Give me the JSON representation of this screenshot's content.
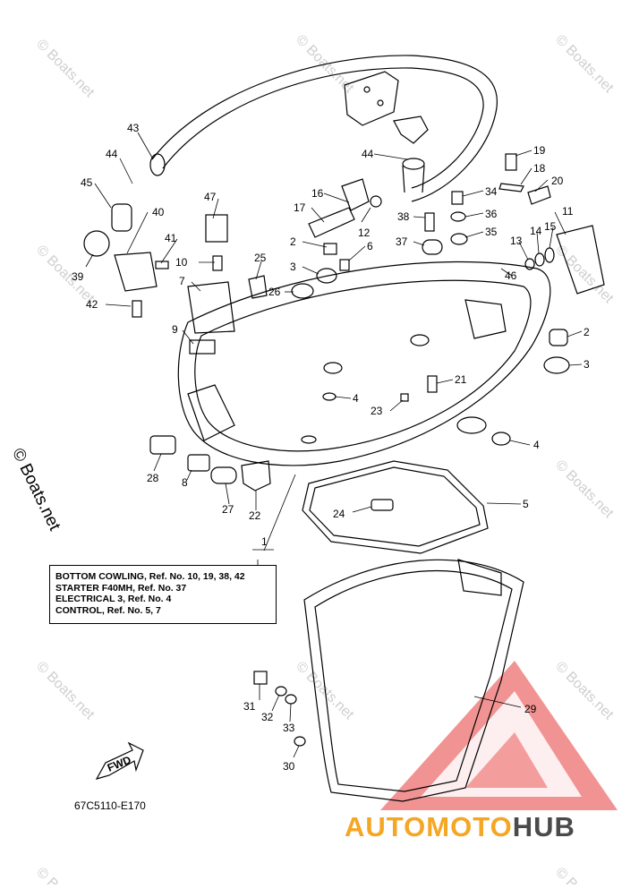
{
  "watermark_text": "© Boats.net",
  "copyright_vertical": "© Boats.net",
  "diagram_code": "67C5110-E170",
  "fwd_label": "FWD",
  "brand": {
    "part_a": "AUTOMOTO",
    "part_b": "HUB",
    "accent": "#f5a623",
    "dark": "#4a4a4a",
    "triangle": "#e83a3a"
  },
  "notes": [
    "BOTTOM COWLING,  Ref. No. 10, 19, 38, 42",
    "STARTER F40MH,  Ref. No. 37",
    "ELECTRICAL 3,  Ref. No. 4",
    "CONTROL,  Ref. No. 5, 7"
  ],
  "callouts": [
    "43",
    "44",
    "44",
    "19",
    "18",
    "20",
    "34",
    "45",
    "40",
    "36",
    "47",
    "16",
    "17",
    "38",
    "11",
    "41",
    "12",
    "35",
    "37",
    "13",
    "14",
    "15",
    "2",
    "6",
    "25",
    "10",
    "3",
    "46",
    "26",
    "39",
    "7",
    "42",
    "9",
    "2",
    "3",
    "21",
    "4",
    "23",
    "4",
    "28",
    "8",
    "5",
    "27",
    "22",
    "24",
    "1",
    "29",
    "31",
    "32",
    "33",
    "30"
  ]
}
